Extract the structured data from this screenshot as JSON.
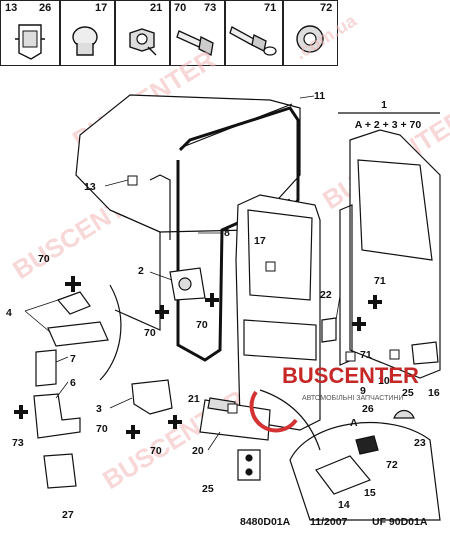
{
  "parts_header": {
    "cells": [
      {
        "labels": [
          "13",
          "26"
        ]
      },
      {
        "labels": [
          "17"
        ]
      },
      {
        "labels": [
          "21"
        ]
      },
      {
        "labels": [
          "70",
          "73"
        ]
      },
      {
        "labels": [
          "71"
        ]
      },
      {
        "labels": [
          "72"
        ]
      }
    ]
  },
  "formula": {
    "number": "1",
    "expression": "A + 2 + 3 + 70"
  },
  "callouts": [
    "11",
    "13",
    "8",
    "17",
    "2",
    "70",
    "4",
    "70",
    "70",
    "7",
    "6",
    "3",
    "73",
    "70",
    "70",
    "20",
    "21",
    "27",
    "25",
    "22",
    "71",
    "71",
    "10",
    "9",
    "25",
    "16",
    "26",
    "23",
    "72",
    "15",
    "14",
    "A"
  ],
  "watermarks": {
    "brand": "BUSCENTER",
    "subtitle": "АВТОМОБІЛЬНІ ЗАПЧАСТИНИ",
    "domain": ".com.ua"
  },
  "footer": {
    "ref": "8480D01A",
    "date": "11/2007",
    "code": "UF 90D01A"
  },
  "colors": {
    "line": "#111111",
    "watermark": "#f2b8b8",
    "logo": "#d43333"
  }
}
